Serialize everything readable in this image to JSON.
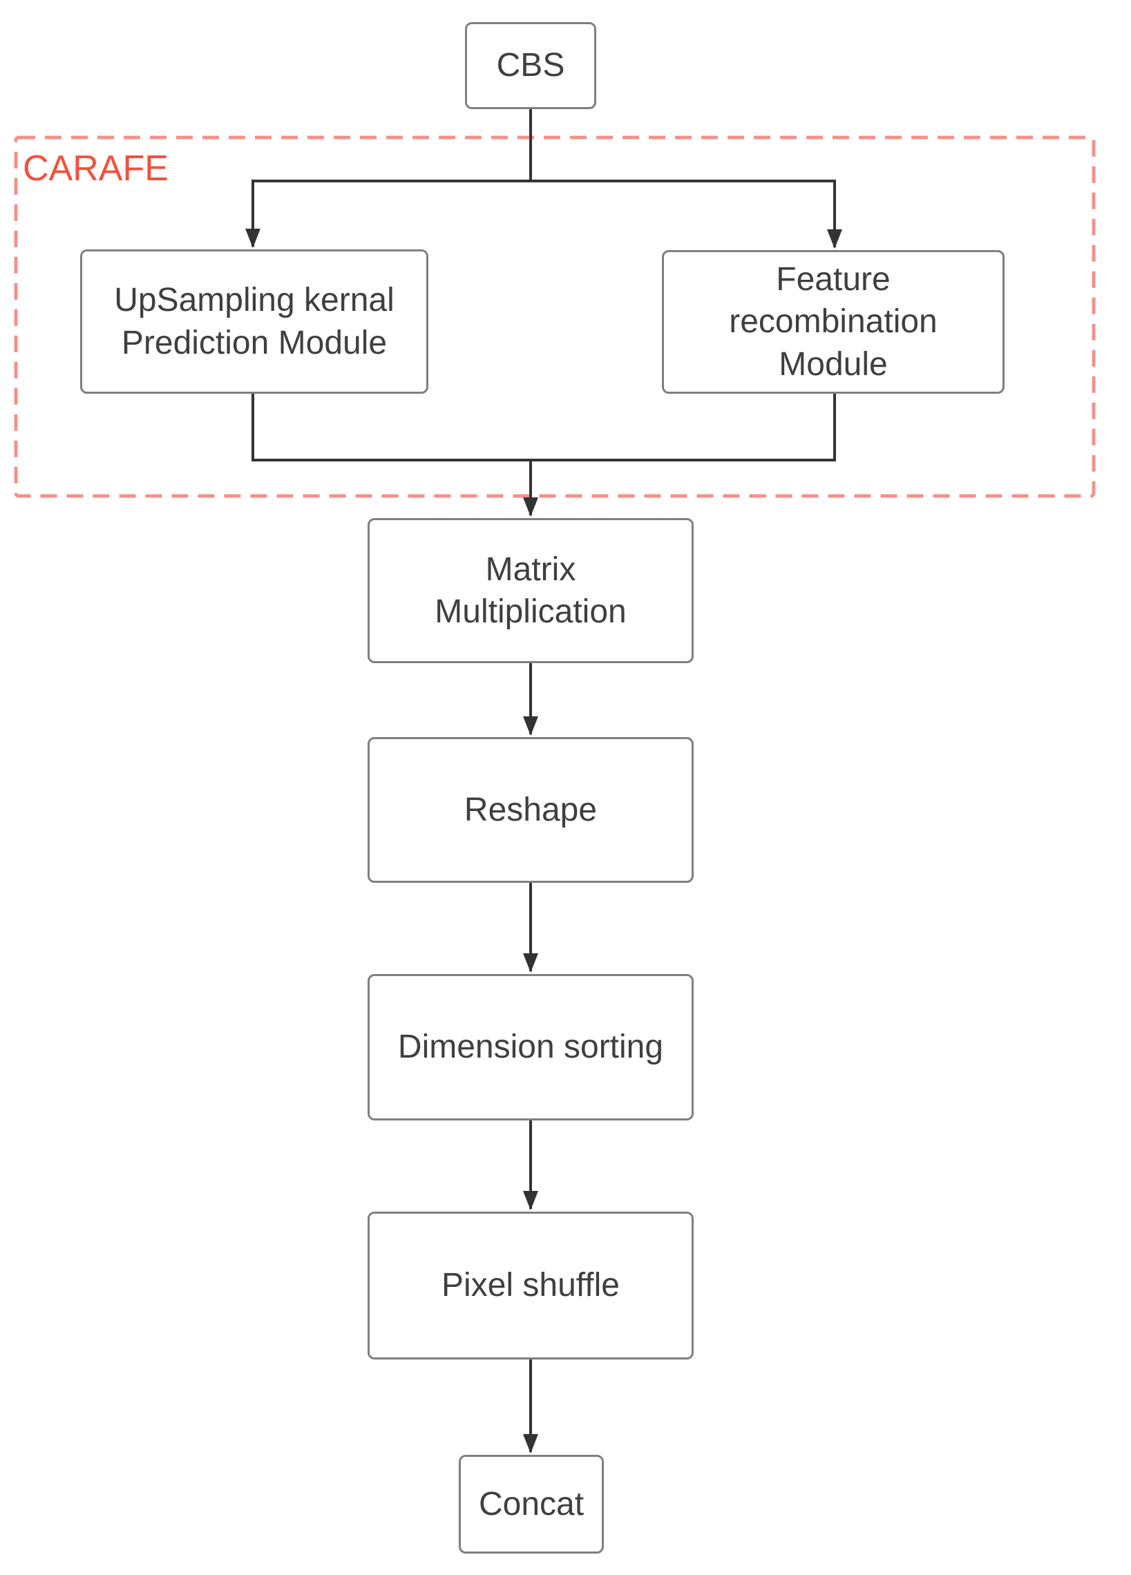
{
  "theme": {
    "accent_red": "#f2503c",
    "dash_color": "#f5908a",
    "box_border": "#7f7f7f",
    "arrow_color": "#333333",
    "text_color": "#3f3f3f",
    "bg": "#ffffff"
  },
  "diagram": {
    "container": {
      "label": "CARAFE"
    },
    "nodes": {
      "cbs": {
        "label": "CBS"
      },
      "upsampling": {
        "label": "UpSampling kernal\nPrediction Module"
      },
      "feature": {
        "label": "Feature\nrecombination\nModule"
      },
      "matrix": {
        "label": "Matrix\nMultiplication"
      },
      "reshape": {
        "label": "Reshape"
      },
      "dimension_sort": {
        "label": "Dimension sorting"
      },
      "pixel_shuffle": {
        "label": "Pixel shuffle"
      },
      "concat": {
        "label": "Concat"
      }
    },
    "edges": [
      {
        "from": "cbs",
        "to": "upsampling"
      },
      {
        "from": "cbs",
        "to": "feature"
      },
      {
        "from": "upsampling",
        "to": "matrix"
      },
      {
        "from": "feature",
        "to": "matrix"
      },
      {
        "from": "matrix",
        "to": "reshape"
      },
      {
        "from": "reshape",
        "to": "dimension_sort"
      },
      {
        "from": "dimension_sort",
        "to": "pixel_shuffle"
      },
      {
        "from": "pixel_shuffle",
        "to": "concat"
      }
    ]
  }
}
